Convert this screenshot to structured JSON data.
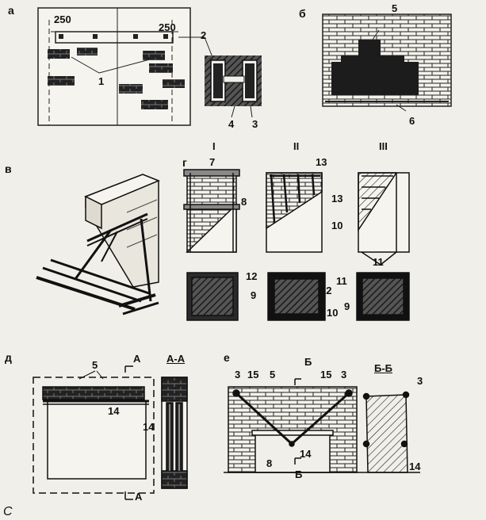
{
  "panels": {
    "a": {
      "letter": "а",
      "dim_left": "250",
      "dim_right": "250",
      "labels": [
        "1",
        "2",
        "3",
        "4"
      ]
    },
    "b": {
      "letter": "б",
      "labels": [
        "5",
        "6"
      ]
    },
    "v": {
      "letter": "в"
    },
    "g": {
      "letter": "г",
      "stages": [
        "I",
        "II",
        "III"
      ],
      "labels": [
        "7",
        "8",
        "13",
        "10",
        "13",
        "11",
        "12",
        "9",
        "12",
        "10",
        "9",
        "11"
      ]
    },
    "d": {
      "letter": "д",
      "section_mark": "А",
      "section_title": "А-А",
      "labels": [
        "5",
        "14",
        "14"
      ]
    },
    "e": {
      "letter": "е",
      "section_mark": "Б",
      "section_title": "Б-Б",
      "labels": [
        "3",
        "15",
        "5",
        "15",
        "3",
        "8",
        "14",
        "3",
        "14"
      ]
    }
  },
  "corner_mark": "С"
}
